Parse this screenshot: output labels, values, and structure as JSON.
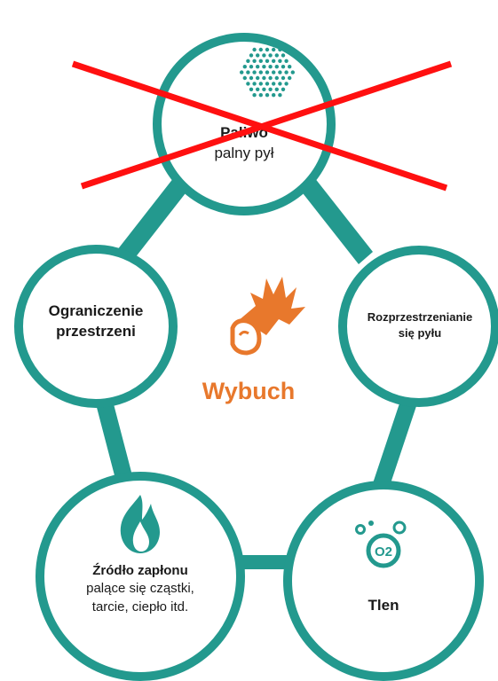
{
  "colors": {
    "ring": "#23998e",
    "accent": "#e8782c",
    "cross": "#ff1010"
  },
  "nodes": {
    "fuel": {
      "title": "Paliwo",
      "subtitle": "palny pył",
      "icon": "dust-particles-icon",
      "crossed_out": true
    },
    "confinement": {
      "line1": "Ograniczenie",
      "line2": "przestrzeni"
    },
    "dispersion": {
      "line1": "Rozprzestrzenianie",
      "line2": "się pyłu"
    },
    "ignition": {
      "title": "Źródło zapłonu",
      "line1": "palące się cząstki,",
      "line2": "tarcie, ciepło itd.",
      "icon": "flame-icon"
    },
    "oxygen": {
      "title": "Tlen",
      "icon": "o2-icon",
      "icon_text": "O2"
    }
  },
  "center": {
    "label": "Wybuch",
    "icon": "explosion-icon"
  }
}
